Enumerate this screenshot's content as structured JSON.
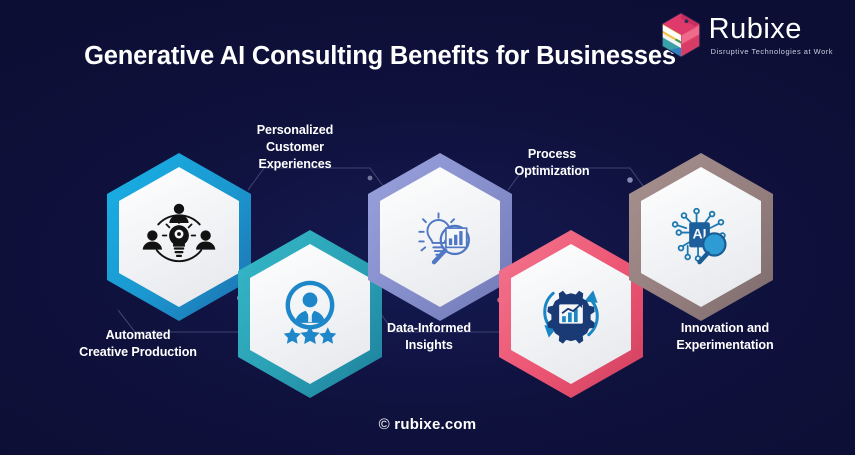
{
  "header": {
    "title": "Generative AI Consulting Benefits for Businesses",
    "logo_name": "Rubixe",
    "logo_tagline": "Disruptive Technologies at Work"
  },
  "footer": {
    "mark": "©",
    "text": "rubixe.com"
  },
  "colors": {
    "background": "#0c0e34",
    "background_glow": "#141a52",
    "text": "#ffffff",
    "hex1_border": "#1ba5db",
    "hex2_border": "#2aa4b8",
    "hex3_border": "#8c94cf",
    "hex4_border": "#ef5b78",
    "hex5_border": "#9b8482",
    "hex_fill": "#f6f7f9",
    "icon_blue": "#1c84c6",
    "icon_dark": "#1b2a5e",
    "icon_black": "#111111",
    "connector": "#3a3f6e"
  },
  "nodes": [
    {
      "label": "Automated\nCreative Production",
      "icon": "people-around-lightbulb-icon",
      "border_color": "#1ba5db",
      "label_position": "below"
    },
    {
      "label": "Personalized\nCustomer\nExperiences",
      "icon": "customer-rating-stars-icon",
      "border_color": "#2aa4b8",
      "label_position": "above"
    },
    {
      "label": "Data-Informed\nInsights",
      "icon": "lightbulb-magnifier-chart-icon",
      "border_color": "#8c94cf",
      "label_position": "below"
    },
    {
      "label": "Process\nOptimization",
      "icon": "gear-growth-chart-cycle-icon",
      "border_color": "#ef5b78",
      "label_position": "above"
    },
    {
      "label": "Innovation and\nExperimentation",
      "icon": "ai-chip-magnifier-icon",
      "border_color": "#9b8482",
      "label_position": "below"
    }
  ]
}
